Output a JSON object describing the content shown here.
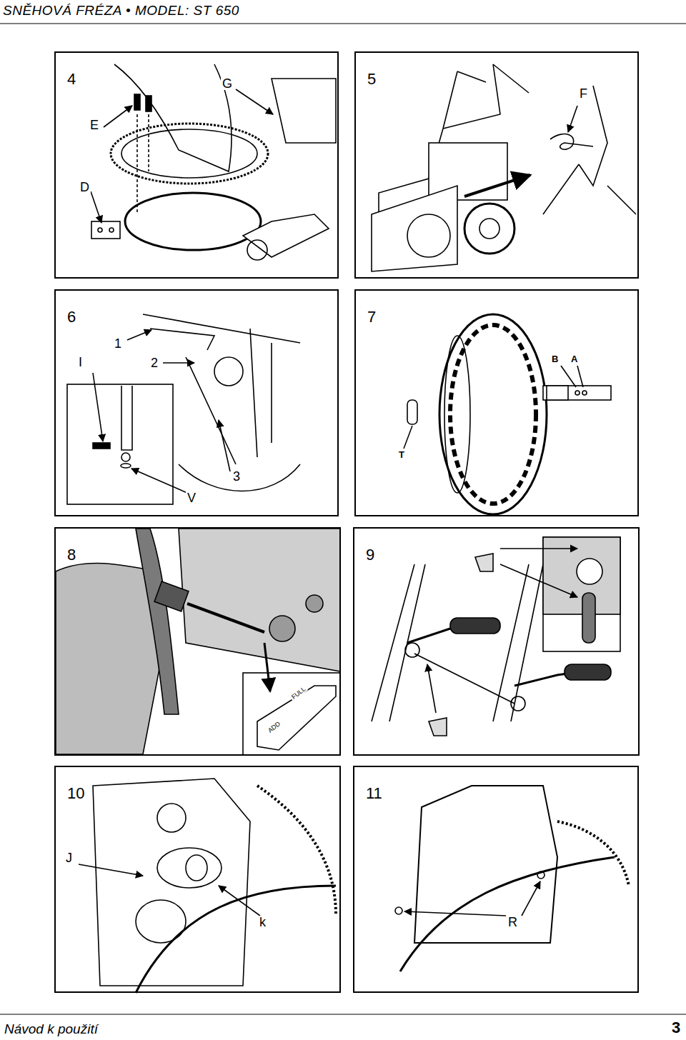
{
  "diagram": {
    "title": "SNĚHOVÁ FRÉZA • MODEL: ST 650",
    "nodes": [
      {
        "text": [
          "4"
        ]
      },
      {
        "text": [
          "5"
        ]
      },
      {
        "text": [
          "6"
        ]
      },
      {
        "text": [
          "7"
        ]
      },
      {
        "text": [
          "8"
        ]
      },
      {
        "text": [
          "9"
        ]
      },
      {
        "text": [
          "10"
        ]
      },
      {
        "text": [
          "11"
        ]
      }
    ],
    "labels": [
      "E",
      "G",
      "D",
      "F",
      "I",
      "1",
      "2",
      "3",
      "V",
      "B",
      "A",
      "T",
      "FULL",
      "ADD",
      "J",
      "k",
      "R",
      "Návod k použití",
      "3"
    ]
  }
}
